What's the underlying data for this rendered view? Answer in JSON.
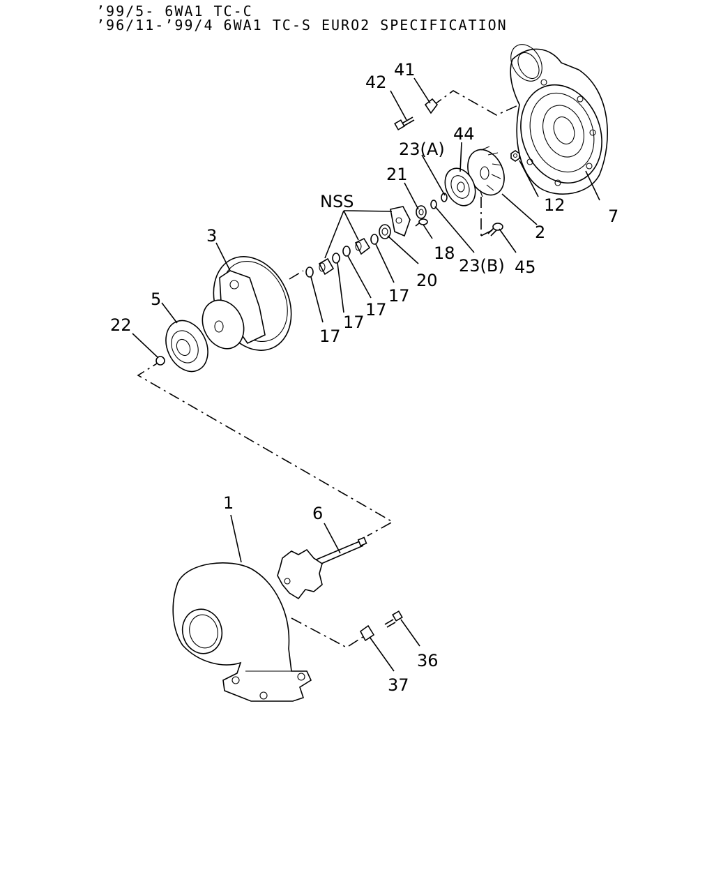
{
  "header": {
    "line1": "’99/5- 6WA1 TC-C",
    "line2": "’96/11-’99/4 6WA1 TC-S EURO2 SPECIFICATION"
  },
  "callouts": {
    "c1": "1",
    "c2": "2",
    "c3": "3",
    "c5": "5",
    "c6": "6",
    "c7": "7",
    "c12": "12",
    "c17a": "17",
    "c17b": "17",
    "c17c": "17",
    "c17d": "17",
    "c18": "18",
    "c20": "20",
    "c21": "21",
    "c22": "22",
    "c23a": "23(A)",
    "c23b": "23(B)",
    "c36": "36",
    "c37": "37",
    "c41": "41",
    "c42": "42",
    "c44": "44",
    "c45": "45",
    "nss": "NSS"
  }
}
